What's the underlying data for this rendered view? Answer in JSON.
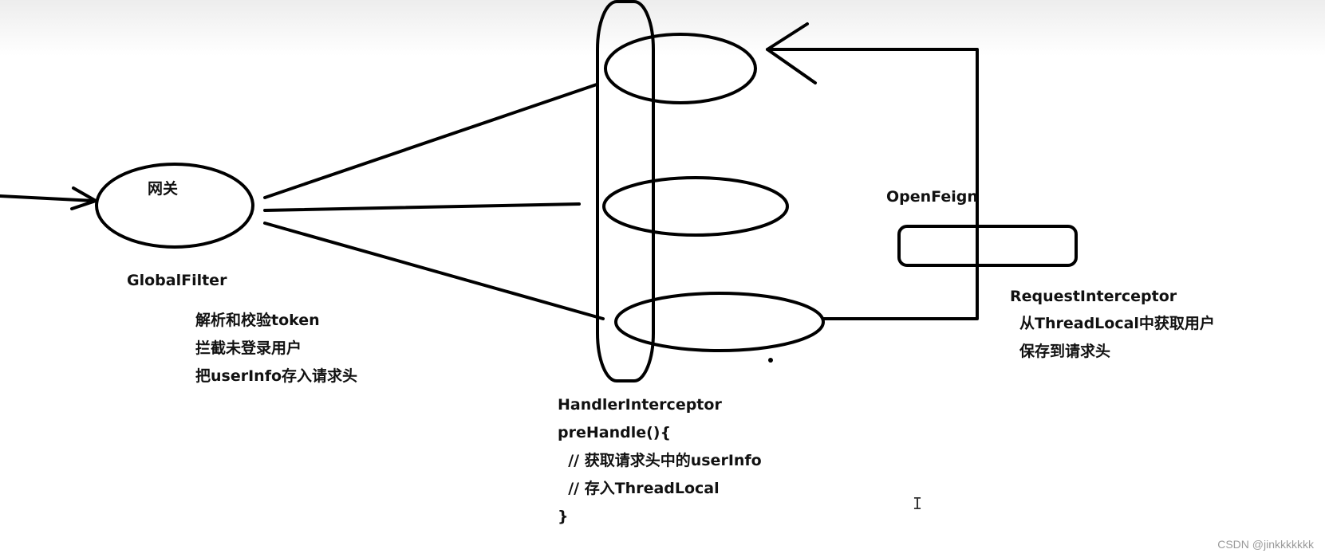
{
  "gateway": {
    "name": "网关",
    "filter": "GlobalFilter",
    "steps": [
      "解析和校验token",
      "拦截未登录用户",
      "把userInfo存入请求头"
    ]
  },
  "handler": {
    "name": "HandlerInterceptor",
    "code": [
      "preHandle(){",
      "  // 获取请求头中的userInfo",
      "  // 存入ThreadLocal",
      "}"
    ]
  },
  "feign": {
    "name": "OpenFeign",
    "interceptor": "RequestInterceptor",
    "steps": [
      "从ThreadLocal中获取用户",
      "保存到请求头"
    ]
  },
  "watermark": "CSDN @jinkkkkkkk",
  "colors": {
    "stroke": "#000000",
    "text": "#111111"
  }
}
